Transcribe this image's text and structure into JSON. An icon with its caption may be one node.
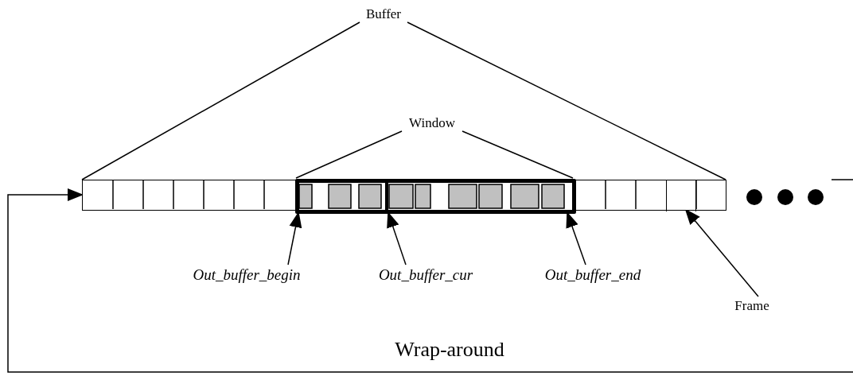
{
  "diagram": {
    "nodes": [
      {
        "text": [
          "Buffer"
        ]
      },
      {
        "text": [],
        "shape": "bar"
      },
      {
        "text": [
          "Window"
        ]
      },
      {
        "text": [],
        "shape": "box",
        "in": 1
      },
      {
        "text": [
          "Out_buffer_begin"
        ]
      },
      {
        "text": [
          "Out_buffer_cur"
        ]
      },
      {
        "text": [
          "Out_buffer_end"
        ]
      },
      {
        "text": [
          "Frame"
        ]
      },
      {
        "text": [],
        "shape": "box",
        "in": 1
      }
    ],
    "edges": [
      {
        "from": 0,
        "to": 1,
        "arrow": "none"
      },
      {
        "from": 0,
        "to": 1,
        "arrow": "none"
      },
      {
        "from": 2,
        "to": 3,
        "arrow": "none"
      },
      {
        "from": 2,
        "to": 3,
        "arrow": "none"
      },
      {
        "from": 4,
        "to": 3,
        "arrow": "to"
      },
      {
        "from": 5,
        "to": 3,
        "arrow": "to"
      },
      {
        "from": 6,
        "to": 3,
        "arrow": "to"
      },
      {
        "from": 7,
        "to": 8,
        "arrow": "to"
      },
      {
        "from": null,
        "to": 1,
        "arrow": "to",
        "label": "Wrap-around"
      }
    ]
  }
}
